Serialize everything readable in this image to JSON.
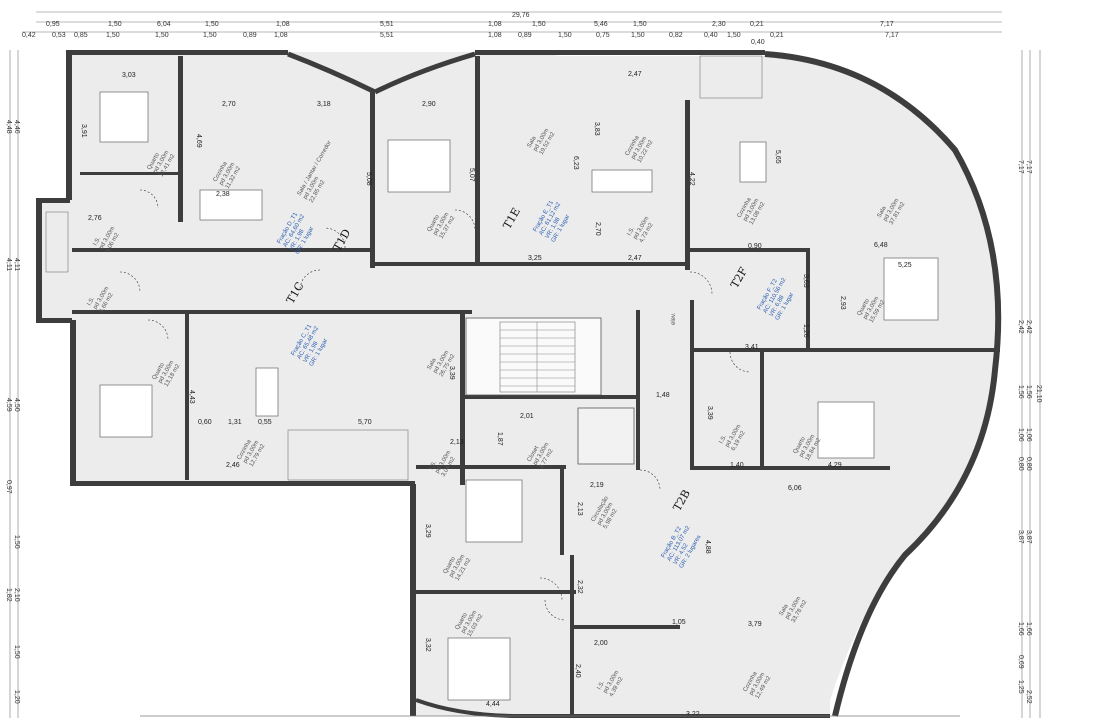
{
  "top_dims": {
    "total": "29,76",
    "row1": [
      "0,95",
      "1,50",
      "6,04",
      "1,50",
      "1,08",
      "5,51",
      "1,08",
      "1,50",
      "5,46",
      "1,50",
      "2,30",
      "0,21",
      "7,17"
    ],
    "row2": [
      "0,42",
      "0,53",
      "0,85",
      "1,50",
      "1,50",
      "1,50",
      "0,89",
      "1,08",
      "5,51",
      "1,08",
      "0,89",
      "1,50",
      "0,75",
      "1,50",
      "0,82",
      "0,40",
      "1,50",
      "0,21",
      "7,17"
    ],
    "extra": "0,40"
  },
  "left_dims": [
    "4,48",
    "4,46",
    "4,11",
    "4,11",
    "4,59",
    "4,50",
    "0,97",
    "1,50",
    "1,82",
    "2,10",
    "1,50",
    "1,20"
  ],
  "right_dims": [
    "7,17",
    "7,17",
    "2,42",
    "2,42",
    "1,56",
    "1,56",
    "1,06",
    "1,06",
    "0,80",
    "0,80",
    "3,87",
    "3,87",
    "1,66",
    "1,66",
    "0,69",
    "1,25",
    "2,52",
    "21,10"
  ],
  "units": [
    "T1C",
    "T1D",
    "T1E",
    "T2F",
    "T2B"
  ],
  "fractions": {
    "d": [
      "Fração D_T1",
      "AC: 64,60 m2",
      "VR: 1,98",
      "GR: 1 lugar"
    ],
    "e": [
      "Fração E_T1",
      "AC: 61,12 m2",
      "VR: 1,98",
      "GR: 1 lugar"
    ],
    "c": [
      "Fração C_T1",
      "AC: 65,48 m2",
      "VR: 1,98",
      "GR: 1 lugar"
    ],
    "f": [
      "Fração F_T2",
      "AC: 110,56 m2",
      "VR: 6,88",
      "GR: 1 lugar"
    ],
    "b": [
      "Fração B_T2",
      "AC: 113,07 m2",
      "VR: 4,52",
      "GR: 2 lugares"
    ]
  },
  "rooms": {
    "quarto_d": [
      "Quarto",
      "pd 3,00m",
      "12,41 m2"
    ],
    "cozinha_d": [
      "Cozinha",
      "pd 3,00m",
      "11,32 m2"
    ],
    "sala_d": [
      "Sala / Jantar / Corredor",
      "pd 3,00m",
      "22,85 m2"
    ],
    "is_d": [
      "I.S.",
      "pd 3,00m",
      "4,06 m2"
    ],
    "quarto_e": [
      "Quarto",
      "pd 3,00m",
      "15,37 m2"
    ],
    "sala_e": [
      "Sala",
      "pd 3,00m",
      "19,52 m2"
    ],
    "cozinha_e": [
      "Cozinha",
      "pd 3,00m",
      "10,22 m2"
    ],
    "is_e": [
      "I.S.",
      "pd 3,00m",
      "4,73 m2"
    ],
    "cozinha_f": [
      "Cozinha",
      "pd 3,00m",
      "13,08 m2"
    ],
    "sala_f": [
      "Sala",
      "pd 3,00m",
      "37,81 m2"
    ],
    "quarto_f": [
      "Quarto",
      "pd 3,00m",
      "15,59 m2"
    ],
    "is_c": [
      "I.S.",
      "pd 3,00m",
      "4,66 m2"
    ],
    "quarto_c": [
      "Quarto",
      "pd 3,00m",
      "13,18 m2"
    ],
    "cozinha_c": [
      "Cozinha",
      "pd 3,00m",
      "12,79 m2"
    ],
    "sala_c": [
      "Sala",
      "pd 3,00m",
      "26,75 m2"
    ],
    "is_f": [
      "I.S.",
      "pd 3,00m",
      "6,19 m2"
    ],
    "quarto_f2": [
      "Quarto",
      "pd 3,00m",
      "18,84 m2"
    ],
    "is_b1": [
      "I.S.",
      "pd 3,00m",
      "3,04 m2"
    ],
    "closet_b": [
      "Closet",
      "pd 3,00m",
      "3,77 m2"
    ],
    "quarto_b1": [
      "Quarto",
      "pd 3,00m",
      "14,21 m2"
    ],
    "circ_b": [
      "Circulação",
      "pd 3,00m",
      "5,98 m2"
    ],
    "quarto_b2": [
      "Quarto",
      "pd 3,00m",
      "15,03 m2"
    ],
    "sala_b": [
      "Sala",
      "pd 3,00m",
      "33,78 m2"
    ],
    "is_b2": [
      "I.S.",
      "pd 3,00m",
      "4,39 m2"
    ],
    "cozinha_b": [
      "Cozinha",
      "pd 3,00m",
      "12,49 m2"
    ]
  },
  "interior_dims": {
    "d1": "3,03",
    "d2": "2,70",
    "d3": "3,18",
    "d4": "3,91",
    "d5": "4,69",
    "d6": "2,38",
    "d7": "2,76",
    "d8": "5,08",
    "e1": "2,90",
    "e2": "5,07",
    "e3": "3,83",
    "e4": "6,23",
    "e5": "3,25",
    "e6": "2,47",
    "e7": "2,47",
    "e8": "4,22",
    "e9": "2,70",
    "f1": "5,65",
    "f2": "0,90",
    "f3": "6,48",
    "f4": "5,25",
    "f5": "3,63",
    "f6": "2,93",
    "f7": "1,26",
    "f8": "3,41",
    "c1": "4,43",
    "c2": "0,60",
    "c3": "1,31",
    "c4": "0,55",
    "c5": "5,70",
    "c6": "2,46",
    "c7": "3,39",
    "b1": "2,01",
    "b2": "2,13",
    "b3": "1,87",
    "b4": "2,19",
    "b5": "2,13",
    "b6": "3,29",
    "b7": "4,88",
    "b8": "2,32",
    "b9": "3,32",
    "b10": "2,00",
    "b11": "1,05",
    "b12": "3,79",
    "b13": "2,40",
    "b14": "4,44",
    "b15": "3,22",
    "b16": "6,06",
    "f9": "3,39",
    "f10": "1,40",
    "f11": "4,29",
    "core": "1,48"
  },
  "elevator": "elev."
}
